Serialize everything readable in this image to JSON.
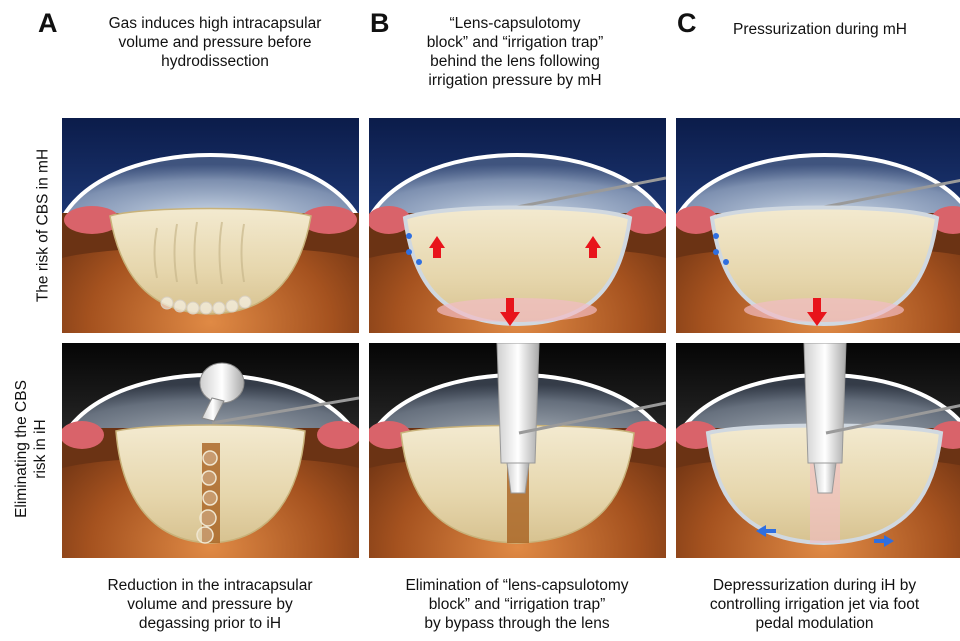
{
  "columns": [
    {
      "letter": "A",
      "title_lines": [
        "Gas induces high intracapsular",
        "volume and pressure before",
        "hydrodissection"
      ]
    },
    {
      "letter": "B",
      "title_lines": [
        "“Lens-capsulotomy",
        "block” and “irrigation trap”",
        "behind the lens following",
        "irrigation pressure by mH"
      ]
    },
    {
      "letter": "C",
      "title_lines": [
        "Pressurization during mH"
      ]
    }
  ],
  "rows": [
    {
      "label_lines": [
        "The risk of CBS in mH"
      ]
    },
    {
      "label_lines": [
        "Eliminating the CBS",
        "risk in iH"
      ]
    }
  ],
  "captions": [
    {
      "lines": [
        "Reduction in the intracapsular",
        "volume and pressure by",
        "degassing prior to iH"
      ]
    },
    {
      "lines": [
        "Elimination of “lens-capsulotomy",
        "block” and “irrigation trap”",
        "by bypass through the lens"
      ]
    },
    {
      "lines": [
        "Depressurization during iH by",
        "controlling irrigation jet via foot",
        "pedal modulation"
      ]
    }
  ],
  "colors": {
    "cornea_dark": "#0b1c4a",
    "iris_red": "#d9636a",
    "lens": "#e9dcb8",
    "arrow_red": "#e8141b",
    "arrow_blue": "#2f6fe0"
  }
}
